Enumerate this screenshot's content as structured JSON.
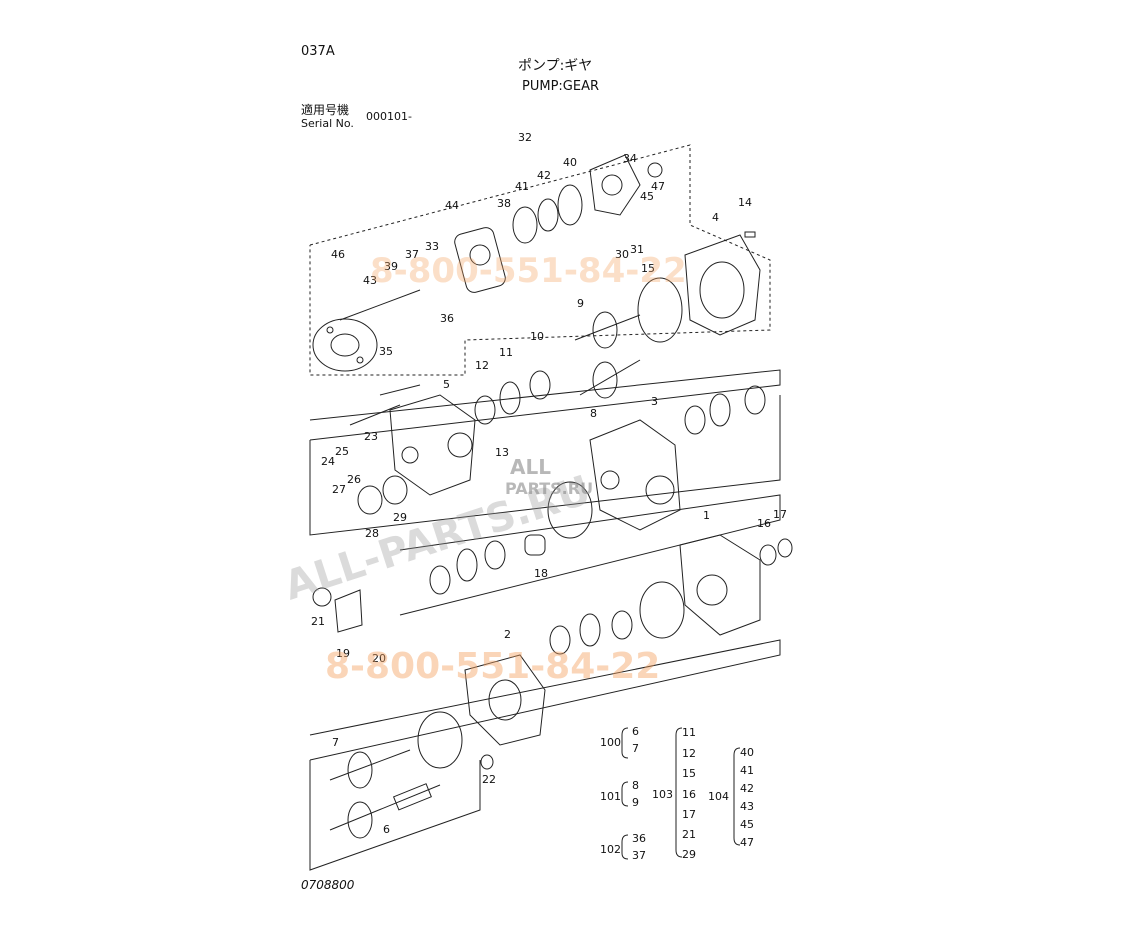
{
  "header": {
    "code": "037A",
    "title_jp": "ポンプ:ギヤ",
    "title_en": "PUMP:GEAR",
    "applicable_jp": "適用号機",
    "serial_label": "Serial No.",
    "serial_value": "000101-"
  },
  "footer": {
    "drawing_no": "0708800"
  },
  "watermarks": {
    "phone": "8-800-551-84-22",
    "site": "ALL-PARTS.RU",
    "logo_line1": "ALL",
    "logo_line2": "PARTS.RU"
  },
  "callouts": [
    "32",
    "34",
    "40",
    "42",
    "41",
    "38",
    "44",
    "33",
    "37",
    "39",
    "43",
    "46",
    "35",
    "36",
    "47",
    "45",
    "31",
    "30",
    "14",
    "4",
    "15",
    "9",
    "10",
    "11",
    "12",
    "5",
    "8",
    "23",
    "24",
    "25",
    "26",
    "27",
    "28",
    "29",
    "3",
    "13",
    "16",
    "17",
    "1",
    "18",
    "19",
    "20",
    "21",
    "2",
    "22",
    "6",
    "7"
  ],
  "groups": [
    {
      "id": "100",
      "members": [
        "6",
        "7"
      ]
    },
    {
      "id": "101",
      "members": [
        "8",
        "9"
      ]
    },
    {
      "id": "102",
      "members": [
        "36",
        "37"
      ]
    },
    {
      "id": "103",
      "members": [
        "11",
        "12",
        "15",
        "16",
        "17",
        "21",
        "29"
      ]
    },
    {
      "id": "104",
      "members": [
        "40",
        "41",
        "42",
        "43",
        "45",
        "47"
      ]
    }
  ]
}
